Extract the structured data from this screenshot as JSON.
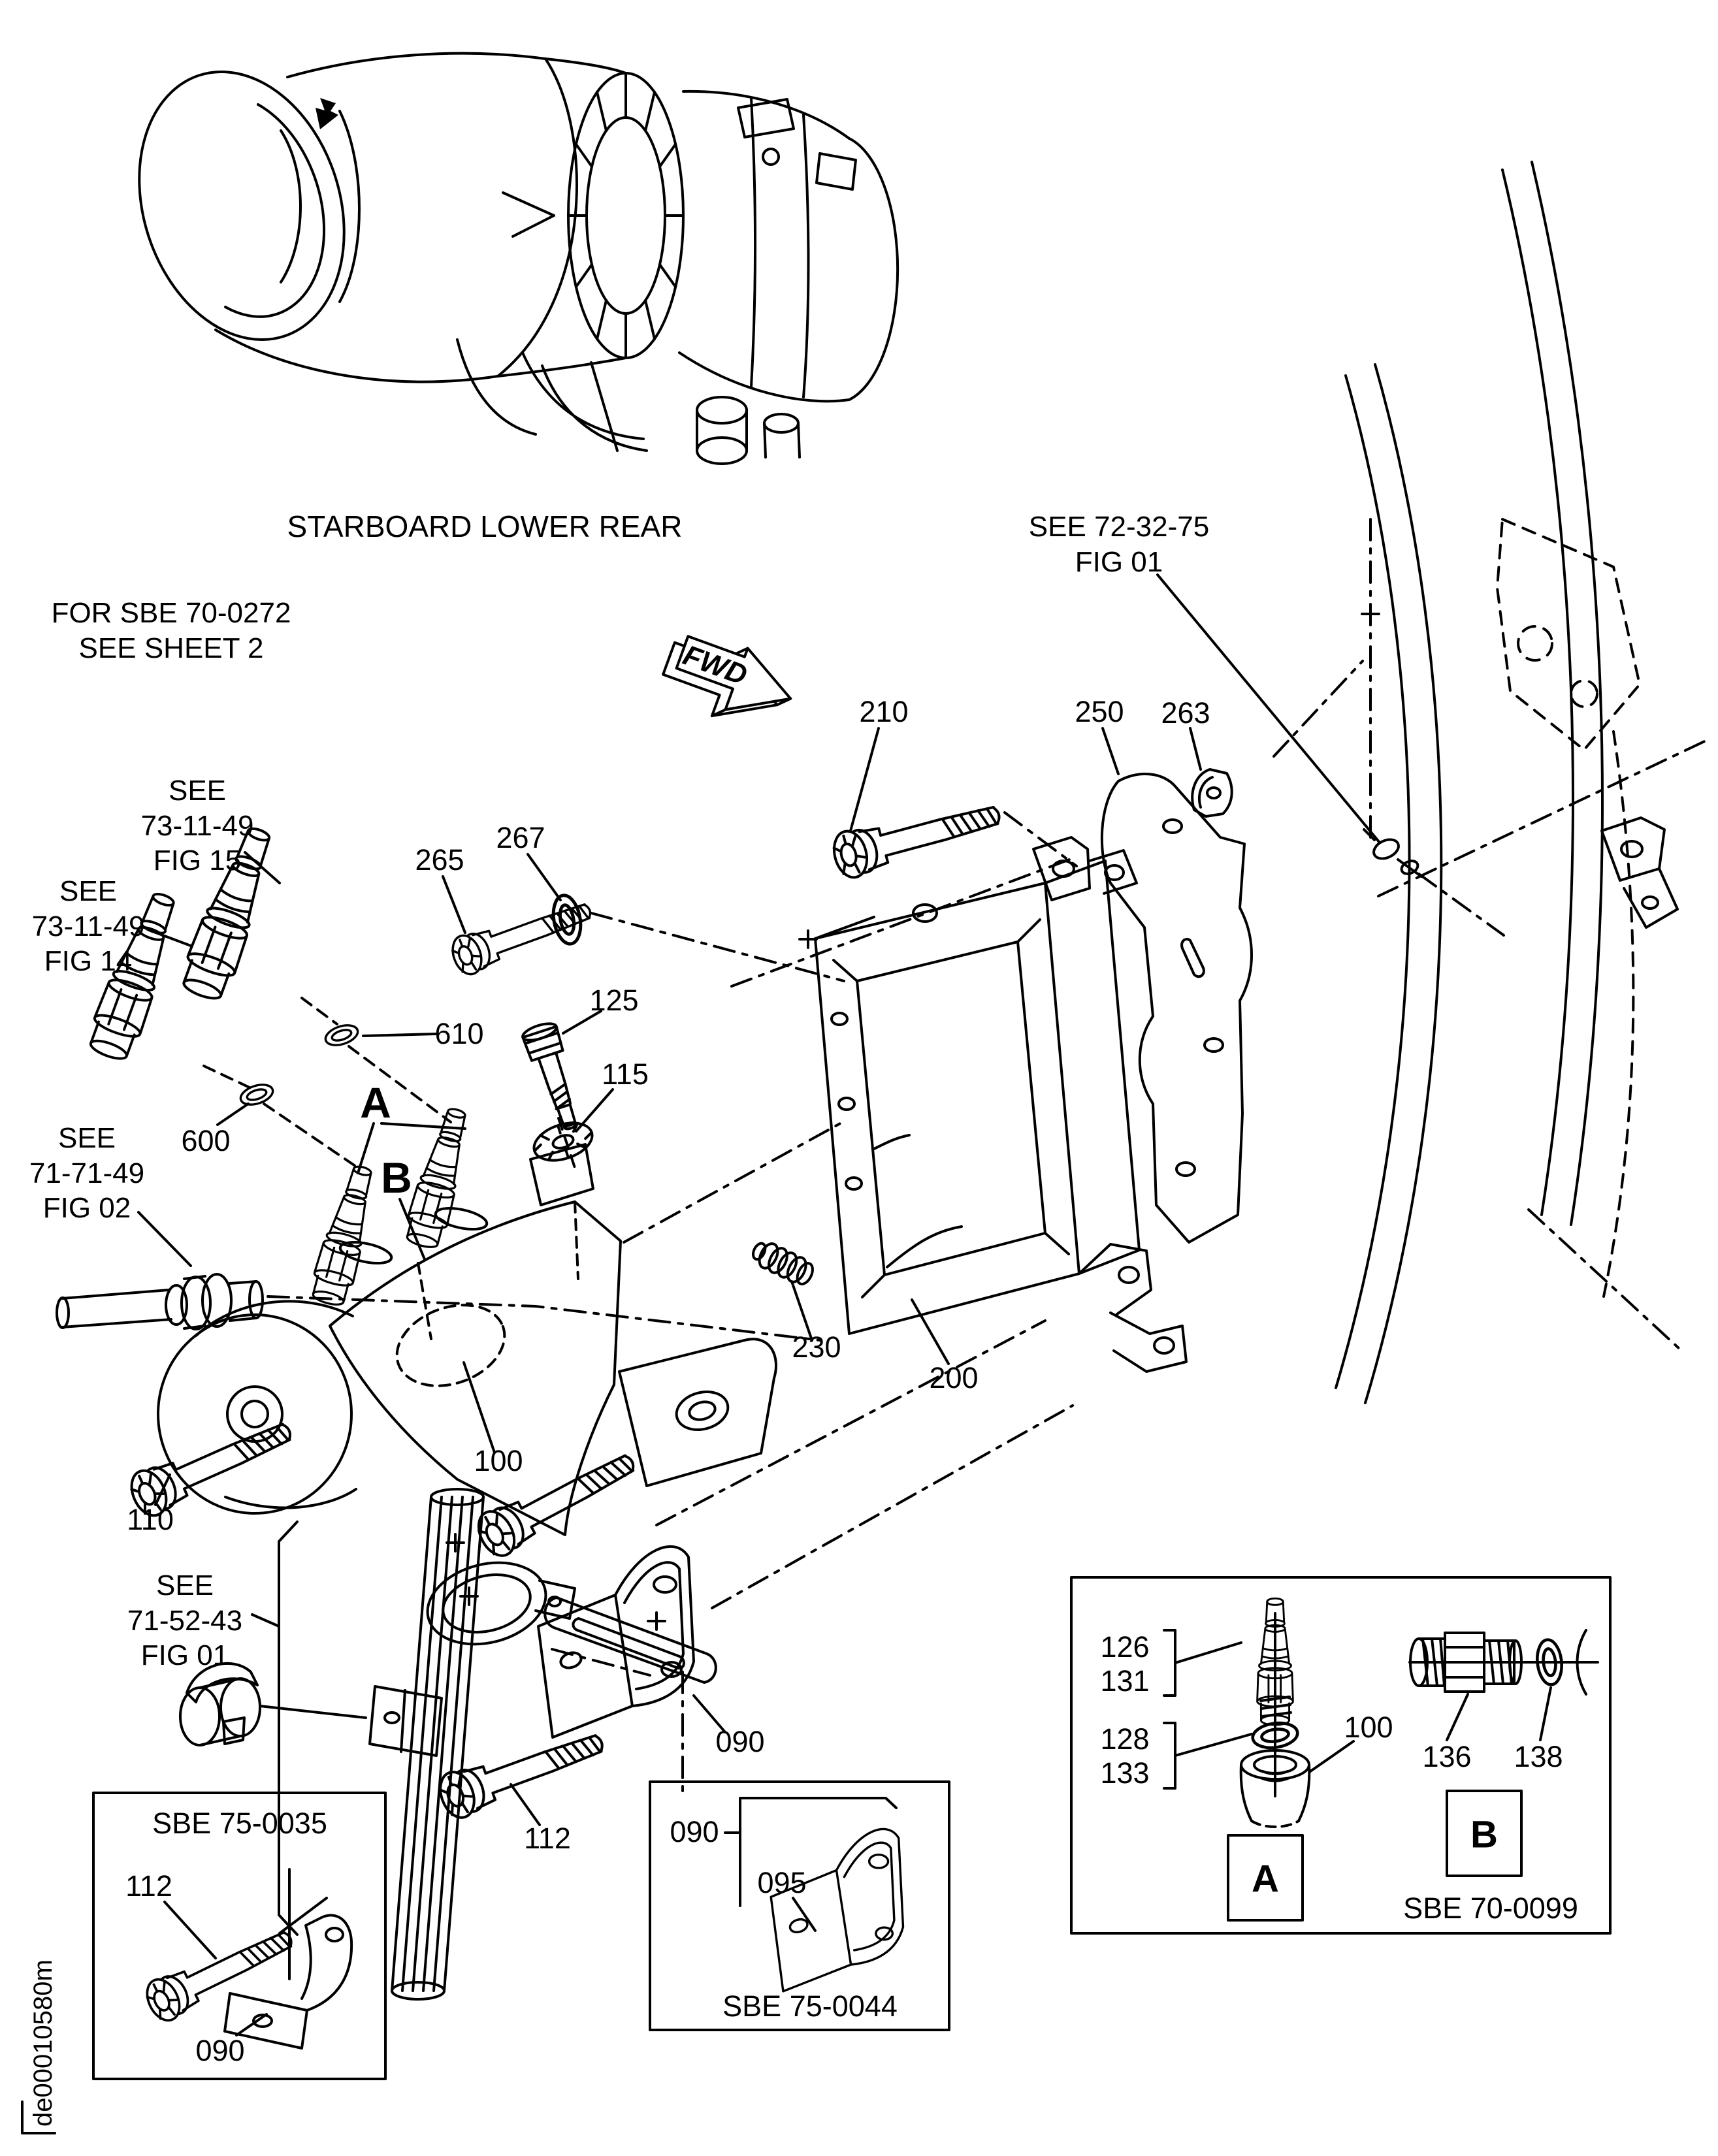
{
  "captions": {
    "engine_view": "STARBOARD LOWER REAR",
    "sheet_note_line1": "FOR SBE 70-0272",
    "sheet_note_line2": "SEE SHEET 2",
    "fwd": "FWD",
    "doc_code": "de00010580m"
  },
  "refs": {
    "see_723275": {
      "l1": "SEE 72-32-75",
      "l2": "FIG 01"
    },
    "see_731149_fig15": {
      "l1": "SEE",
      "l2": "73-11-49",
      "l3": "FIG 15"
    },
    "see_731149_fig14": {
      "l1": "SEE",
      "l2": "73-11-49",
      "l3": "FIG 14"
    },
    "see_717149_fig02": {
      "l1": "SEE",
      "l2": "71-71-49",
      "l3": "FIG 02"
    },
    "see_715243_fig01": {
      "l1": "SEE",
      "l2": "71-52-43",
      "l3": "FIG 01"
    }
  },
  "callouts": {
    "c090": "090",
    "c100": "100",
    "c110": "110",
    "c112": "112",
    "c115": "115",
    "c125": "125",
    "c200": "200",
    "c210": "210",
    "c230": "230",
    "c250": "250",
    "c263": "263",
    "c265": "265",
    "c267": "267",
    "c600": "600",
    "c610": "610",
    "label_a": "A",
    "label_b": "B"
  },
  "inset_sbe75_0035": {
    "title": "SBE 75-0035",
    "c112": "112",
    "c090": "090"
  },
  "inset_sbe75_0044": {
    "title": "SBE 75-0044",
    "c090": "090",
    "c095": "095"
  },
  "inset_sbe70_0099": {
    "title": "SBE 70-0099",
    "c126": "126",
    "c131": "131",
    "c128": "128",
    "c133": "133",
    "c100": "100",
    "c136": "136",
    "c138": "138",
    "label_a": "A",
    "label_b": "B"
  }
}
